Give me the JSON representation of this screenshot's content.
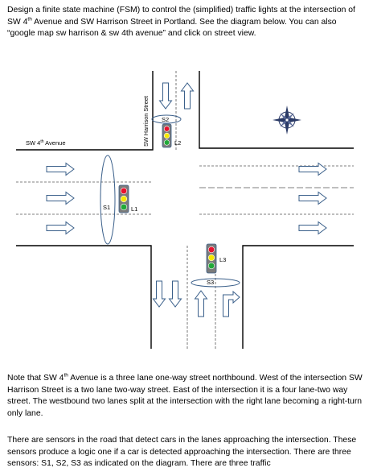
{
  "intro": {
    "part1": "Design a finite state machine (FSM) to control the (simplified) traffic lights at the intersection of SW 4",
    "sup": "th",
    "part2": " Avenue and SW Harrison Street in Portland.  See the diagram below.  You can also “google map sw harrison & sw 4th avenue” and click on street view."
  },
  "diagram": {
    "avenue_label": {
      "part1": "SW 4",
      "sup": "th",
      "part2": " Avenue"
    },
    "street_label": "SW Harrison Street",
    "sensors": {
      "s1": "S1",
      "s2": "S2",
      "s3": "S3"
    },
    "lights": {
      "l1": "L1",
      "l2": "L2",
      "l3": "L3"
    },
    "light_colors": {
      "red": "#e8112d",
      "yellow": "#f5e800",
      "green": "#21a838",
      "housing": "#7a7a7a",
      "stroke": "#3a5f8a"
    },
    "icons": [
      "compass-rose-icon",
      "arrow-right-icon",
      "arrow-down-icon",
      "arrow-up-icon",
      "arrow-up-right-turn-icon"
    ]
  },
  "note": {
    "part1": "Note that SW 4",
    "sup": "th",
    "part2": " Avenue is a three lane one-way street northbound.   West of the intersection SW Harrison Street is a two lane two-way street.  East of the intersection it is a four lane-two way street.  The westbound two lanes split at the intersection with the right lane becoming a right-turn only lane."
  },
  "sensors_text": "There are sensors in the road that detect cars in the lanes approaching the intersection.  These sensors produce a logic one if a car is detected approaching the intersection.  There are three sensors: S1, S2, S3 as indicated on the diagram.  There are three traffic"
}
